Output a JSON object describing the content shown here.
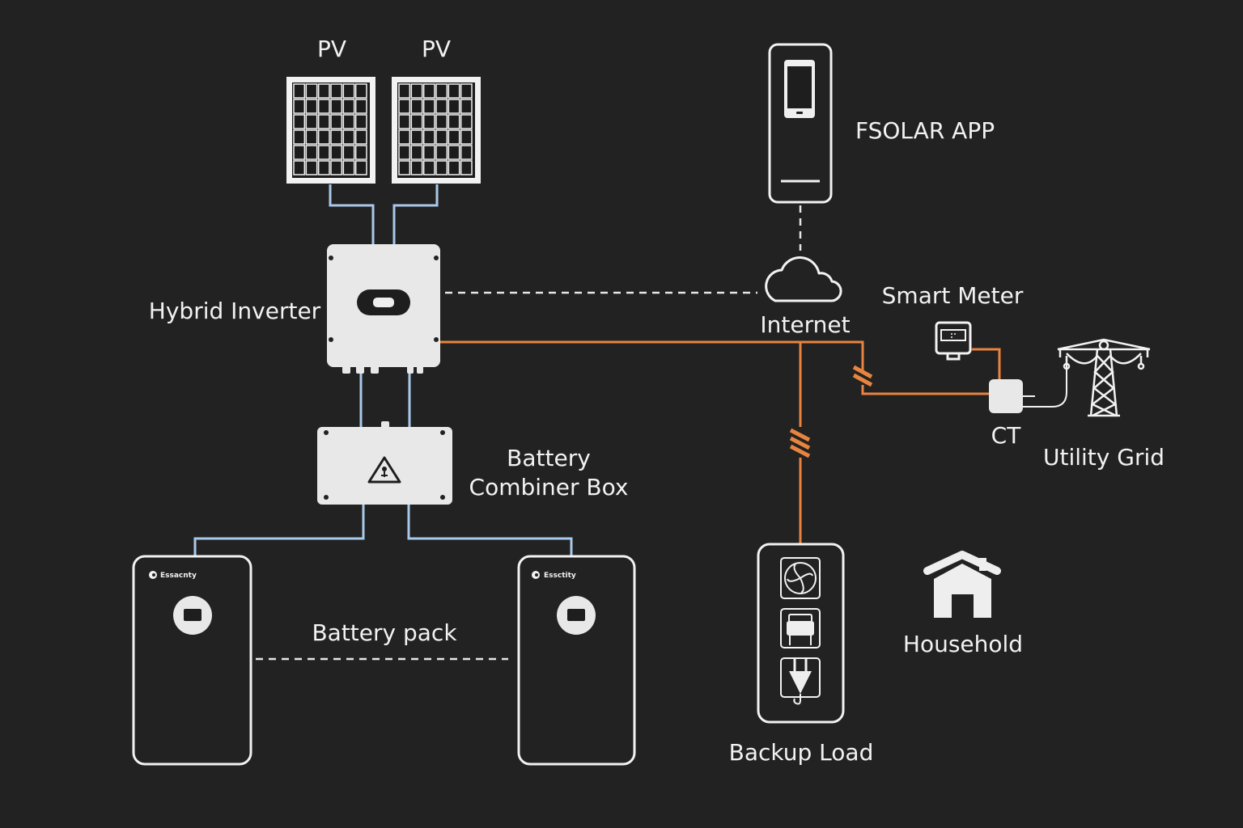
{
  "diagram": {
    "title": "Hybrid solar energy system",
    "colors": {
      "background": "#222222",
      "dc_line": "#a9c9ea",
      "ac_line": "#e8843f",
      "device_fill": "#e8e8e8",
      "outline": "#f2f2f2"
    },
    "nodes": {
      "pv1": {
        "label": "PV",
        "icon": "solar-panel-icon"
      },
      "pv2": {
        "label": "PV",
        "icon": "solar-panel-icon"
      },
      "inverter": {
        "label": "Hybrid Inverter",
        "icon": "inverter-icon"
      },
      "combiner": {
        "label_line1": "Battery",
        "label_line2": "Combiner Box",
        "icon": "warning-triangle-icon"
      },
      "battery1": {
        "brand": "Essacnty",
        "icon": "battery-icon"
      },
      "battery2": {
        "brand": "Essctity",
        "icon": "battery-icon"
      },
      "battery_pack": {
        "label": "Battery pack"
      },
      "app": {
        "label": "FSOLAR APP",
        "icon": "smartphone-icon"
      },
      "internet": {
        "label": "Internet",
        "icon": "cloud-icon"
      },
      "smart_meter": {
        "label": "Smart Meter",
        "icon": "meter-icon"
      },
      "ct": {
        "label": "CT",
        "icon": "ct-icon"
      },
      "grid": {
        "label": "Utility Grid",
        "icon": "power-tower-icon"
      },
      "backup": {
        "label": "Backup Load",
        "icons": [
          "fan-icon",
          "appliance-icon",
          "plug-icon"
        ]
      },
      "household": {
        "label": "Household",
        "icon": "house-icon"
      }
    },
    "connections": [
      {
        "from": "pv1",
        "to": "inverter",
        "type": "dc"
      },
      {
        "from": "pv2",
        "to": "inverter",
        "type": "dc"
      },
      {
        "from": "inverter",
        "to": "combiner",
        "type": "dc"
      },
      {
        "from": "combiner",
        "to": "battery1",
        "type": "dc"
      },
      {
        "from": "combiner",
        "to": "battery2",
        "type": "dc"
      },
      {
        "from": "battery1",
        "to": "battery2",
        "type": "link-dashed"
      },
      {
        "from": "inverter",
        "to": "internet",
        "type": "data-dashed"
      },
      {
        "from": "internet",
        "to": "app",
        "type": "data-dashed"
      },
      {
        "from": "inverter",
        "to": "backup",
        "type": "ac",
        "phases": 3
      },
      {
        "from": "inverter",
        "to": "ct",
        "type": "ac",
        "phases": 2
      },
      {
        "from": "smart_meter",
        "to": "ct",
        "type": "ac"
      },
      {
        "from": "ct",
        "to": "grid",
        "type": "signal"
      }
    ]
  }
}
